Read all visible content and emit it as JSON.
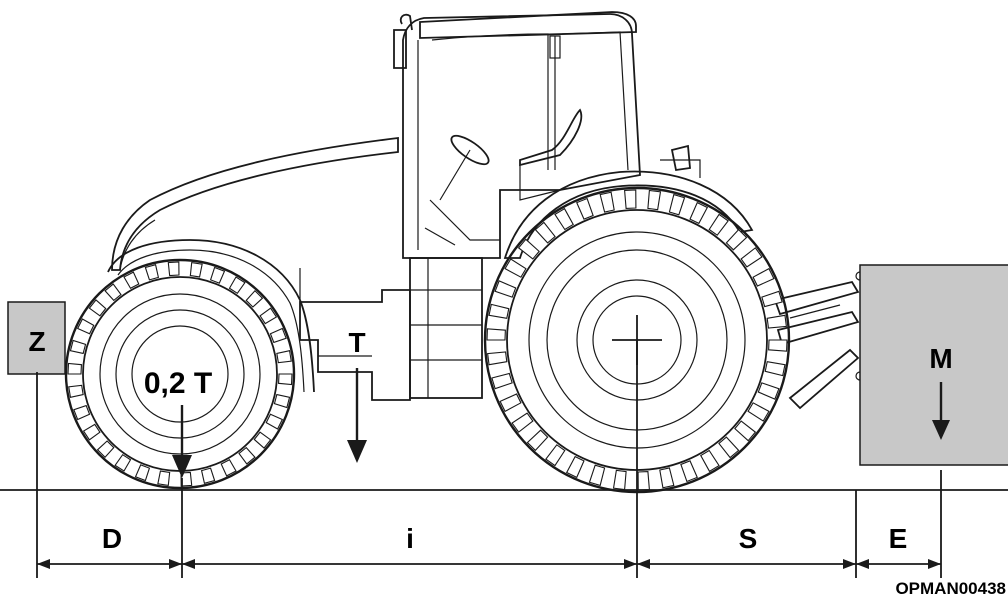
{
  "labels": {
    "z": "Z",
    "front_load": "0,2 T",
    "t": "T",
    "m": "M",
    "d": "D",
    "i": "i",
    "s": "S",
    "e": "E",
    "code": "OPMAN00438"
  },
  "colors": {
    "weight_box": "#c8c8c8",
    "line": "#1a1a1a",
    "background": "#ffffff"
  }
}
